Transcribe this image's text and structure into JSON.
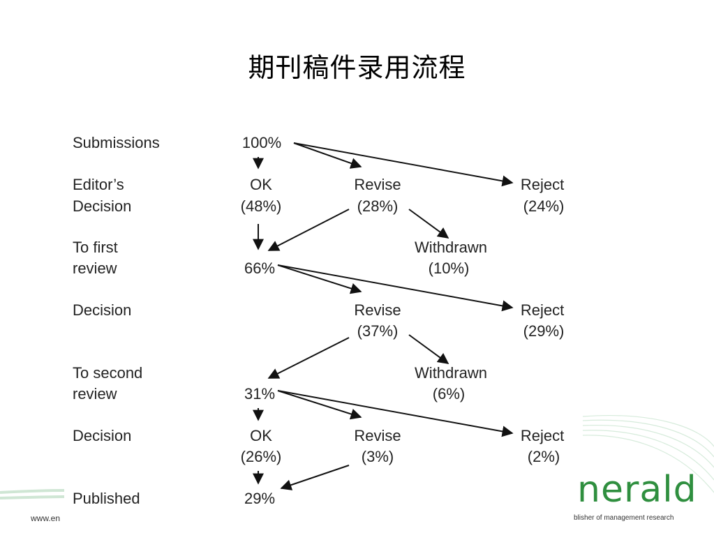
{
  "title": "期刊稿件录用流程",
  "rows": {
    "submissions": "Submissions",
    "editors_decision_1": "Editor’s",
    "editors_decision_2": "Decision",
    "first_review_1": "To first",
    "first_review_2": "review",
    "decision_1": "Decision",
    "second_review_1": "To second",
    "second_review_2": "review",
    "decision_2": "Decision",
    "published": "Published"
  },
  "nodes": {
    "submissions_pct": "100%",
    "ok1": "OK",
    "ok1_pct": "(48%)",
    "revise1": "Revise",
    "revise1_pct": "(28%)",
    "reject1": "Reject",
    "reject1_pct": "(24%)",
    "withdrawn1": "Withdrawn",
    "withdrawn1_pct": "(10%)",
    "first_review_pct": "66%",
    "revise2": "Revise",
    "revise2_pct": "(37%)",
    "reject2": "Reject",
    "reject2_pct": "(29%)",
    "withdrawn2": "Withdrawn",
    "withdrawn2_pct": "(6%)",
    "second_review_pct": "31%",
    "ok3": "OK",
    "ok3_pct": "(26%)",
    "revise3": "Revise",
    "revise3_pct": "(3%)",
    "reject3": "Reject",
    "reject3_pct": "(2%)",
    "published_pct": "29%"
  },
  "footer": {
    "left": "www.en",
    "right": "blisher of management research",
    "logo": "nerald"
  },
  "colors": {
    "logo_green": "#2f8f3f",
    "swoosh": "#cfe6d4"
  }
}
